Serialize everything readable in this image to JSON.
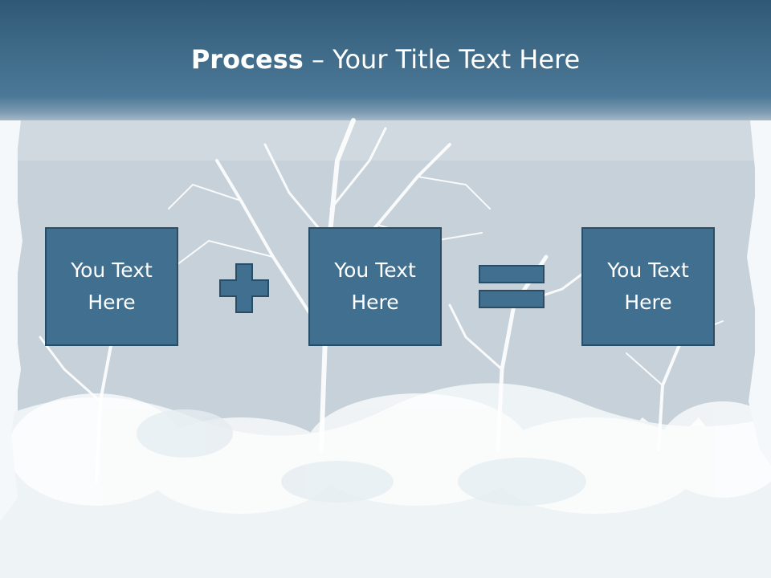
{
  "slide": {
    "title_bold": "Process",
    "title_rest": " – Your Title Text Here"
  },
  "process": {
    "boxes": [
      {
        "text": "You Text Here"
      },
      {
        "text": "You Text Here"
      },
      {
        "text": "You Text Here"
      }
    ],
    "operators": [
      "plus-icon",
      "equals-icon"
    ]
  },
  "colors": {
    "header": "#3e6a88",
    "box_fill": "#416f8f",
    "box_border": "#2a4d66",
    "background": "#f4f8fa"
  }
}
